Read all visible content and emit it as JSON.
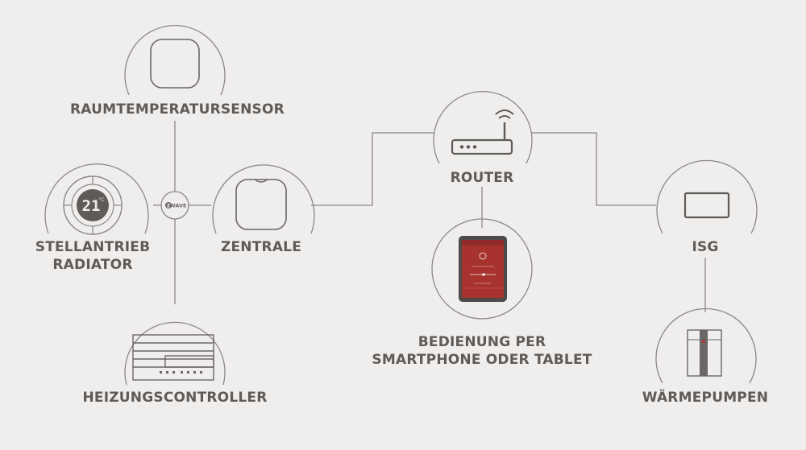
{
  "nodes": {
    "raumtemperatursensor": "RAUMTEMPERATURSENSOR",
    "stellantrieb_line1": "STELLANTRIEB",
    "stellantrieb_line2": "RADIATOR",
    "zentrale": "ZENTRALE",
    "heizungscontroller": "HEIZUNGSCONTROLLER",
    "router": "ROUTER",
    "bedienung_line1": "BEDIENUNG PER",
    "bedienung_line2": "SMARTPHONE ODER TABLET",
    "isg": "ISG",
    "waermepumpen": "WÄRMEPUMPEN"
  },
  "hub": {
    "label": "WAVE",
    "badge": "Z"
  },
  "thermostat_display": {
    "value": "21",
    "unit": "°C"
  },
  "colors": {
    "background": "#efeeed",
    "line": "#8a8786",
    "text": "#5e5b59",
    "icon": "#6a6766",
    "tablet_red": "#a8322d"
  }
}
